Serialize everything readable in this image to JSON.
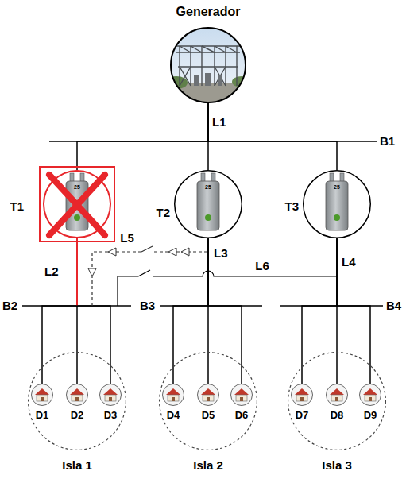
{
  "diagram": {
    "nodes": [
      {
        "text": [
          "Generador"
        ]
      },
      {
        "text": [
          "T1"
        ]
      },
      {
        "text": [
          "T2"
        ]
      },
      {
        "text": [
          "T3"
        ]
      },
      {
        "text": [
          "Isla 1"
        ]
      },
      {
        "text": [
          "D1"
        ],
        "in": 4
      },
      {
        "text": [
          "D2"
        ],
        "in": 4
      },
      {
        "text": [
          "D3"
        ],
        "in": 4
      },
      {
        "text": [
          "Isla 2"
        ]
      },
      {
        "text": [
          "D4"
        ],
        "in": 8
      },
      {
        "text": [
          "D5"
        ],
        "in": 8
      },
      {
        "text": [
          "D6"
        ],
        "in": 8
      },
      {
        "text": [
          "Isla 3"
        ]
      },
      {
        "text": [
          "D7"
        ],
        "in": 12
      },
      {
        "text": [
          "D8"
        ],
        "in": 12
      },
      {
        "text": [
          "D9"
        ],
        "in": 12
      }
    ],
    "edges": [
      {
        "from": 0,
        "to": 1,
        "arrow": "none"
      },
      {
        "from": 0,
        "to": 2,
        "arrow": "none"
      },
      {
        "from": 0,
        "to": 3,
        "arrow": "none"
      },
      {
        "from": 1,
        "to": 5,
        "arrow": "none"
      },
      {
        "from": 1,
        "to": 6,
        "arrow": "none"
      },
      {
        "from": 1,
        "to": 7,
        "arrow": "none"
      },
      {
        "from": 2,
        "to": 9,
        "arrow": "none"
      },
      {
        "from": 2,
        "to": 10,
        "arrow": "none"
      },
      {
        "from": 2,
        "to": 11,
        "arrow": "none"
      },
      {
        "from": 3,
        "to": 13,
        "arrow": "none"
      },
      {
        "from": 3,
        "to": 14,
        "arrow": "none"
      },
      {
        "from": 3,
        "to": 15,
        "arrow": "none"
      }
    ],
    "labels": [
      "L1",
      "B1",
      "L5",
      "L2",
      "L3",
      "L6",
      "L4",
      "B2",
      "B3",
      "B4",
      "25",
      "25",
      "25"
    ]
  }
}
